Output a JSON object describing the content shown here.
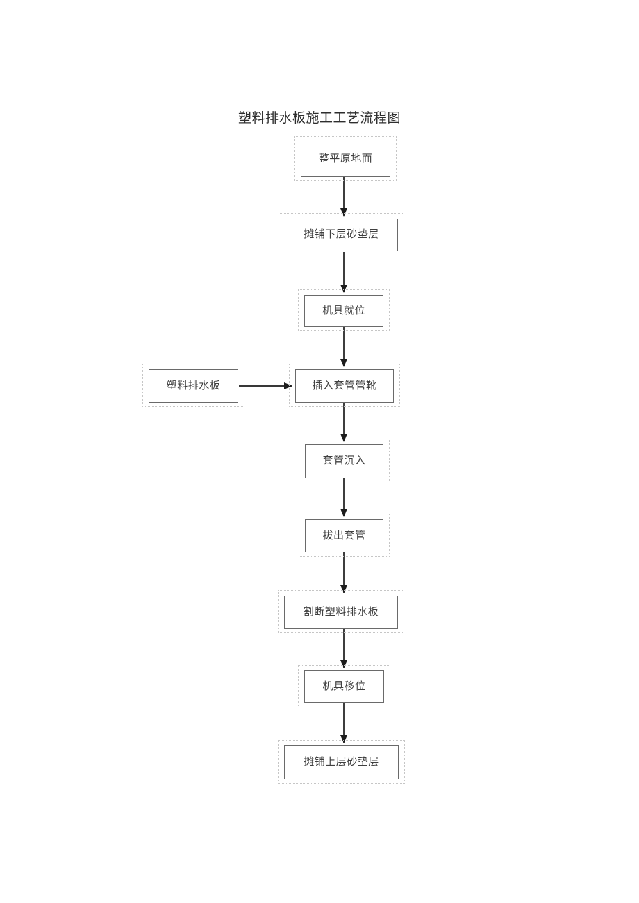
{
  "document": {
    "title": "塑料排水板施工工艺流程图"
  },
  "flowchart": {
    "nodes": [
      {
        "id": "step-1",
        "label": "整平原地面"
      },
      {
        "id": "step-2",
        "label": "摊铺下层砂垫层"
      },
      {
        "id": "step-3",
        "label": "机具就位"
      },
      {
        "id": "step-4",
        "label": "插入套管管靴"
      },
      {
        "id": "step-5",
        "label": "套管沉入"
      },
      {
        "id": "step-6",
        "label": "拔出套管"
      },
      {
        "id": "step-7",
        "label": "割断塑料排水板"
      },
      {
        "id": "step-8",
        "label": "机具移位"
      },
      {
        "id": "step-9",
        "label": "摊铺上层砂垫层"
      },
      {
        "id": "side-input",
        "label": "塑料排水板"
      }
    ],
    "edges": [
      {
        "from": "step-1",
        "to": "step-2"
      },
      {
        "from": "step-2",
        "to": "step-3"
      },
      {
        "from": "step-3",
        "to": "step-4"
      },
      {
        "from": "side-input",
        "to": "step-4"
      },
      {
        "from": "step-4",
        "to": "step-5"
      },
      {
        "from": "step-5",
        "to": "step-6"
      },
      {
        "from": "step-6",
        "to": "step-7"
      },
      {
        "from": "step-7",
        "to": "step-8"
      },
      {
        "from": "step-8",
        "to": "step-9"
      }
    ]
  },
  "colors": {
    "background": "#ffffff",
    "box_border": "#6a6a6a",
    "text": "#3f3f3f",
    "arrow": "#1c1c1c",
    "anchor_frame": "#c6c6c6"
  }
}
